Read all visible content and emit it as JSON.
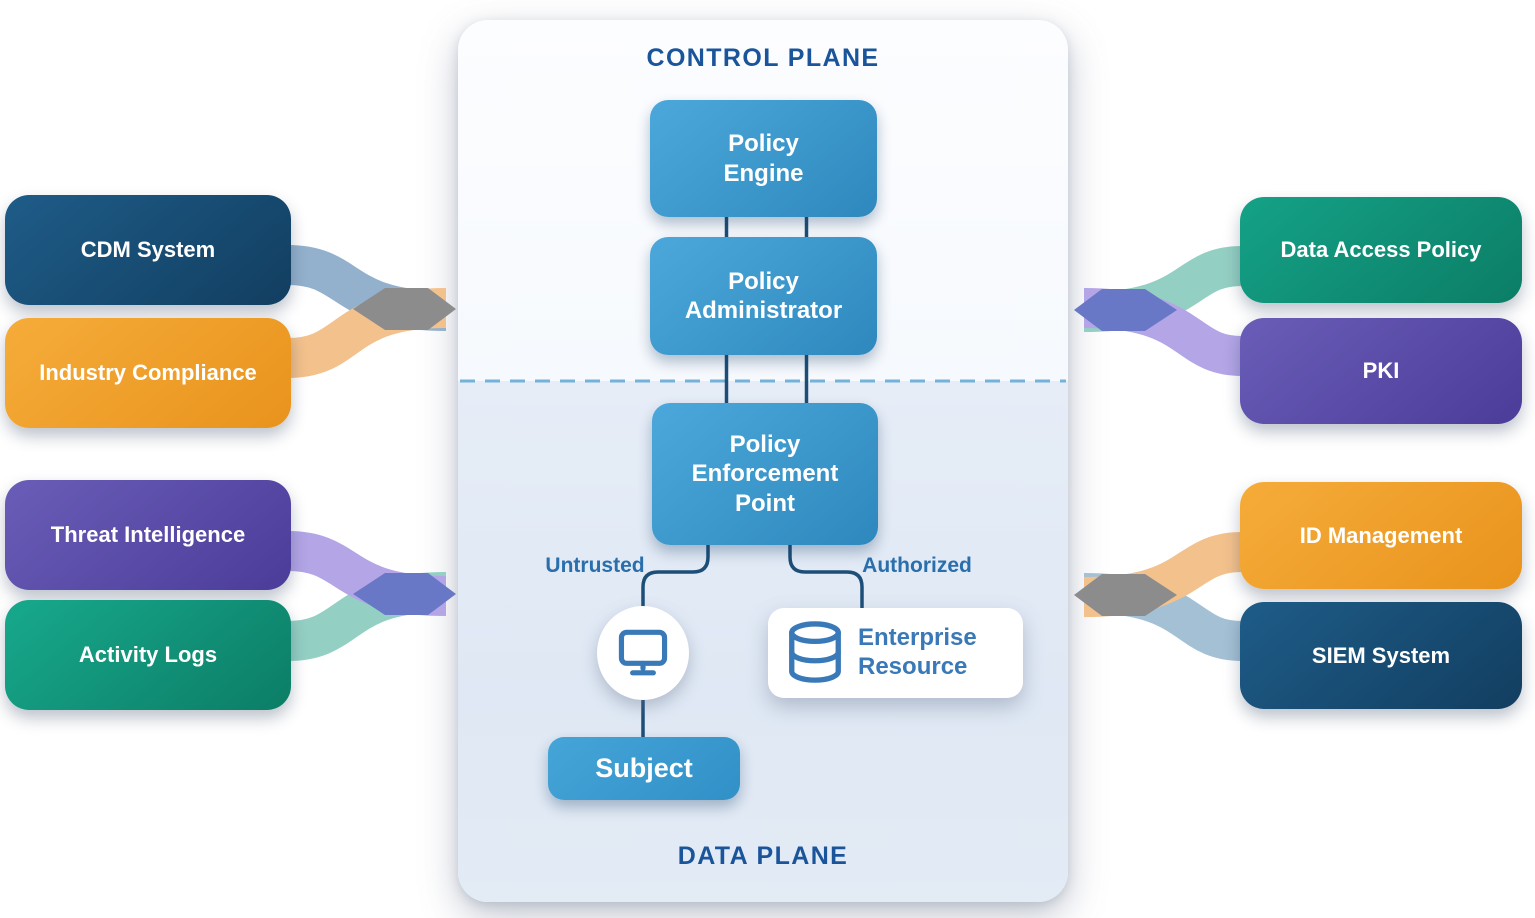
{
  "planes": {
    "control": {
      "label": "CONTROL PLANE"
    },
    "data": {
      "label": "DATA PLANE"
    }
  },
  "core_nodes": {
    "policy_engine": {
      "label": "Policy Engine"
    },
    "policy_administrator": {
      "label": "Policy Administrator"
    },
    "policy_enforcement_point": {
      "label": "Policy Enforcement Point"
    },
    "subject": {
      "label": "Subject",
      "icon": "monitor-icon"
    },
    "enterprise_resource": {
      "label": "Enterprise Resource",
      "icon": "database-icon"
    }
  },
  "edge_labels": {
    "untrusted": "Untrusted",
    "authorized": "Authorized"
  },
  "left_components": [
    {
      "label": "CDM System",
      "grad": {
        "from": "#1e5c88",
        "to": "#123e60"
      },
      "ribbon": "#93b1cc"
    },
    {
      "label": "Industry Compliance",
      "grad": {
        "from": "#f6ac3a",
        "to": "#e8931c"
      },
      "ribbon": "#f3c18c"
    },
    {
      "label": "Threat Intelligence",
      "grad": {
        "from": "#6a5db8",
        "to": "#4a3c98"
      },
      "ribbon": "#b3a5e6"
    },
    {
      "label": "Activity Logs",
      "grad": {
        "from": "#17a98c",
        "to": "#0c7d66"
      },
      "ribbon": "#94cfc3"
    }
  ],
  "right_components": [
    {
      "label": "Data Access Policy",
      "grad": {
        "from": "#14a287",
        "to": "#0c7d66"
      },
      "ribbon": "#94cfc3"
    },
    {
      "label": "PKI",
      "grad": {
        "from": "#6a5db8",
        "to": "#4a3c98"
      },
      "ribbon": "#b3a5e6"
    },
    {
      "label": "ID Management",
      "grad": {
        "from": "#f6ac3a",
        "to": "#e8931c"
      },
      "ribbon": "#f3c18c"
    },
    {
      "label": "SIEM System",
      "grad": {
        "from": "#1e5c88",
        "to": "#123e60"
      },
      "ribbon": "#a4c0d4"
    }
  ],
  "arrows": {
    "left_top": "#8c8c8c",
    "left_bottom": "#6877c6",
    "right_top": "#6877c6",
    "right_bottom": "#8c8c8c"
  },
  "colors": {
    "center_grad": {
      "from": "#4ca8db",
      "to": "#2e88bd"
    },
    "subject_grad": {
      "from": "#45a5d8",
      "to": "#3190c7"
    },
    "connector": "#1c4e78",
    "divider_dash": "#74b2d9",
    "plane_title": "#1a549b",
    "edge_label": "#2a6eac",
    "resource_accent": "#3a79b7",
    "panel_top_bg": "#fafcfe",
    "panel_bottom_bg": "#e2eaf5"
  }
}
